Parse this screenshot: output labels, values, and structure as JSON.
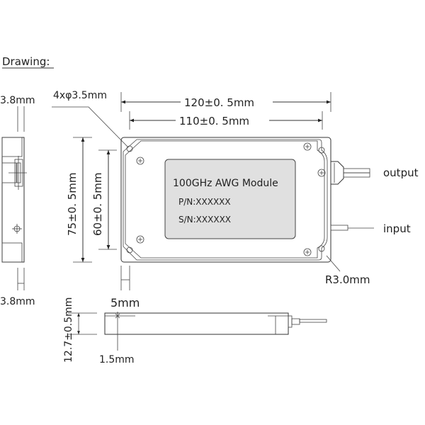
{
  "heading": "Drawing:",
  "module": {
    "label_title": "100GHz AWG Module",
    "part_number": "P/N:XXXXXX",
    "serial_number": "S/N:XXXXXX",
    "label_color": "#e0e0e0"
  },
  "dimensions": {
    "length_outer": "120±0. 5mm",
    "length_inner": "110±0. 5mm",
    "height_outer": "75±0. 5mm",
    "height_inner": "60±0. 5mm",
    "holes": "4xφ3.5mm",
    "side_top": "3.8mm",
    "side_bottom": "3.8mm",
    "corner_radius": "R3.0mm",
    "offset": "5mm",
    "thickness": "12.7±0.5mm",
    "lid": "1.5mm"
  },
  "ports": {
    "output": "output",
    "input": "input"
  }
}
